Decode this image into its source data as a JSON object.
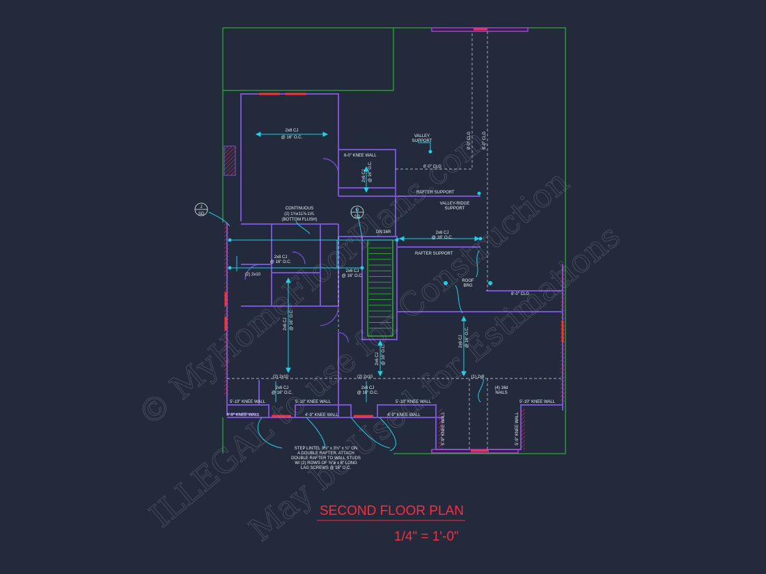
{
  "colors": {
    "background": "#232a3b",
    "property_line": "#2bd02f",
    "wall": "#7a52d6",
    "wall_hatch": "#d0306a",
    "window": "#ff3030",
    "dimension": "#19d3e6",
    "annotation": "#e6f1f5",
    "title": "#ff2a3c",
    "stair": "#2bd02f"
  },
  "drawing": {
    "title": "SECOND FLOOR PLAN",
    "scale": "1/4\" = 1'-0\""
  },
  "watermark": {
    "line1": "© MyHomeFloorPlans.com",
    "line2": "ILLEGAL to use for Construction",
    "line3": "May be Used for Estimations"
  },
  "annotations": {
    "cj_top": "2x8 CJ",
    "cj_top_oc": "@ 16\" O.C.",
    "knee_wall_6": "6-0\" KNEE WALL",
    "cj_vertical_1": "2x6 CJ",
    "cj_vertical_1_oc": "@ 16\" O.C.",
    "valley_support": "VALLEY",
    "valley_support_2": "SUPPORT",
    "clg_1": "8'-0\" CLG",
    "clg_2": "8'-0\" CLG",
    "clg_3": "8'-0\" CLG",
    "rafter_support_1": "RAFTER SUPPORT",
    "valley_ridge": "VALLEY-RIDGE",
    "valley_ridge_2": "SUPPORT",
    "continuous": "CONTINUOUS",
    "continuous_2": "(2) 1¾x11⅞ LVL",
    "continuous_3": "(BOTTOM FLUSH)",
    "callout_left_top": "J",
    "callout_left_bottom": "SD",
    "callout_mid_top": "G",
    "callout_mid_bottom": "SD",
    "dn_stairs": "DN 16R",
    "cj_right": "2x6 CJ",
    "cj_right_oc": "@ 16\" O.C.",
    "rafter_support_2": "RAFTER SUPPORT",
    "cj_bath": "2x8 CJ",
    "cj_bath_oc": "@ 16\" O.C.",
    "cj_small_v": "(2) 2x10",
    "cj_hall": "2x6 CJ",
    "cj_hall_oc": "@ 16\" O.C.",
    "roof_brg": "ROOF",
    "roof_brg_2": "BRG",
    "clg_right": "8'-0\" CLG",
    "cj_left_bed": "2x6 CJ",
    "cj_left_bed_oc": "@ 16\" O.C.",
    "cj_stair_below": "2x6 CJ",
    "cj_stair_below_oc": "@ 16\" O.C.",
    "cj_right_bed": "2x6 CJ",
    "cj_right_bed_oc": "@ 16\" O.C.",
    "header_1": "(2) 2x10",
    "header_1_cj": "2x6 CJ",
    "header_1_oc": "@ 16\" O.C.",
    "header_2": "(2) 2x10",
    "header_2_cj": "2x6 CJ",
    "header_2_oc": "@ 16\" O.C.",
    "header_3": "(1) 2x8",
    "nails": "(4) 16d",
    "nails_2": "NAILS",
    "knee_5_10_a": "5'-10\" KNEE WALL",
    "knee_5_10_b": "5'-10\" KNEE WALL",
    "knee_5_10_c": "5'-10\" KNEE WALL",
    "knee_5_10_d": "5'-10\" KNEE WALL",
    "knee_4_9_a": "4'-9\" KNEE WALL",
    "knee_4_9_b": "4'-9\" KNEE WALL",
    "knee_4_9_c": "4'-9\" KNEE WALL",
    "knee_5_9_a": "5'-9\" KNEE WALL",
    "knee_5_9_b": "5'-9\" KNEE WALL",
    "lintel_1": "STEP LINTEL 3½\" x 3½\" x ¼\" ON",
    "lintel_2": "A DOUBLE RAFTER.  ATTACH",
    "lintel_3": "DOUBLE RAFTER TO WALL STUDS",
    "lintel_4": "W/ (2) ROWS OF ⅜\"ø x 6\" LONG",
    "lintel_5": "LAG SCREWS @ 16\" O.C."
  }
}
